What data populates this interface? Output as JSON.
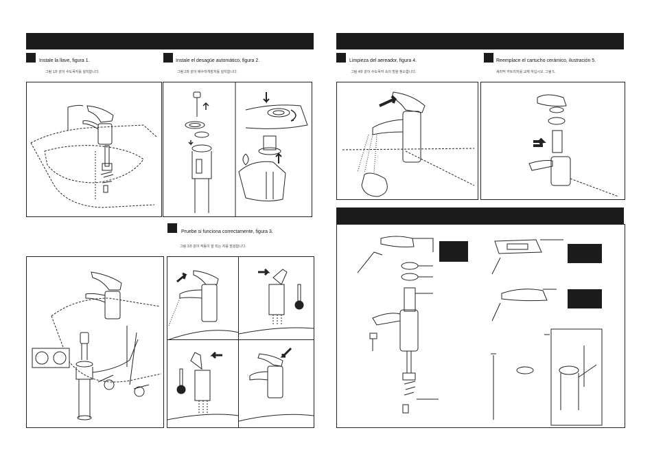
{
  "left_page": {
    "step1": {
      "title": "Instale la llave, figura 1.",
      "korean": "그림 1과 같이 수도꼭지를 설치합니다."
    },
    "step2": {
      "title": "Instale el desagüe automático, figura 2.",
      "korean": "그림 2와 같이 배수마개장치를 설치합니다."
    },
    "step3": {
      "title": "Pruebe si funciona correctamente, figura 3.",
      "korean": "그림 3과 같이 작동이 잘 되는 지를 점검합니다."
    }
  },
  "right_page": {
    "step4": {
      "title": "Limpieza del aereador, figura 4.",
      "korean": "그림 4와 같이 수도꼭지 속의 망을 청소합니다."
    },
    "step5": {
      "title": "Reemplace el cartucho cerámico, ilustración 5.",
      "korean": "세라믹 카트리지를 교체 하십시오. 그림 5."
    }
  },
  "colors": {
    "header_bar": "#1c1c1c",
    "line_art": "#222222",
    "frame": "#222222"
  }
}
